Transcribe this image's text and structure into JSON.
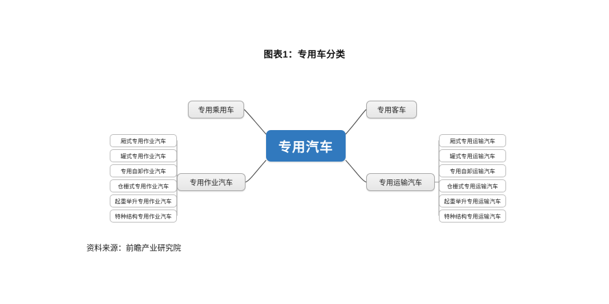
{
  "title": "图表1：专用车分类",
  "source": "资料来源：前瞻产业研究院",
  "colors": {
    "root_fill": "#3179be",
    "root_text": "#ffffff",
    "branch_fill": "#ececec",
    "branch_border": "#a9a9a9",
    "leaf_fill": "#ffffff",
    "leaf_border": "#bdbdbd",
    "connector": "#494949",
    "background": "#ffffff"
  },
  "diagram": {
    "type": "mindmap",
    "root": {
      "label": "专用汽车"
    },
    "branches": [
      {
        "key": "passenger",
        "label": "专用乘用车",
        "side": "left",
        "position": "top",
        "leaves": []
      },
      {
        "key": "bus",
        "label": "专用客车",
        "side": "right",
        "position": "top",
        "leaves": []
      },
      {
        "key": "work",
        "label": "专用作业汽车",
        "side": "left",
        "position": "bottom",
        "leaves": [
          "厢式专用作业汽车",
          "罐式专用作业汽车",
          "专用自卸作业汽车",
          "仓栅式专用作业汽车",
          "起重举升专用作业汽车",
          "特种结构专用作业汽车"
        ]
      },
      {
        "key": "transport",
        "label": "专用运输汽车",
        "side": "right",
        "position": "bottom",
        "leaves": [
          "厢式专用运输汽车",
          "罐式专用运输汽车",
          "专用自卸运输汽车",
          "仓栅式专用运输汽车",
          "起重举升专用运输汽车",
          "特种结构专用运输汽车"
        ]
      }
    ]
  }
}
